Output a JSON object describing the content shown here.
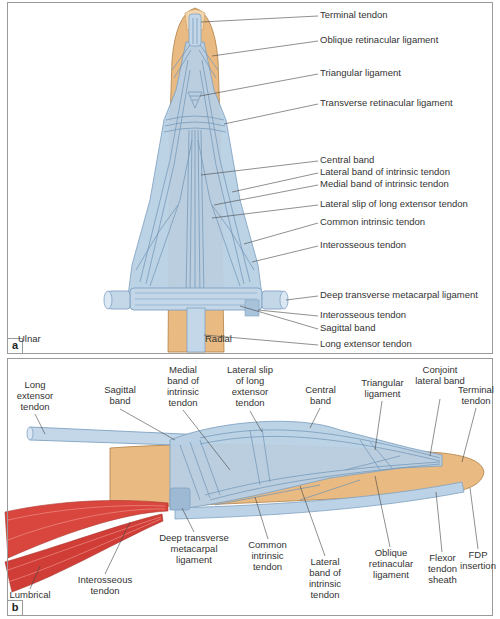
{
  "diagram": {
    "nodes": [
      {
        "text": [
          "a"
        ]
      },
      {
        "text": [
          "b"
        ]
      }
    ],
    "labels": [
      "Terminal tendon",
      "Oblique retinacular ligament",
      "Triangular ligament",
      "Transverse retinacular ligament",
      "Central band",
      "Lateral band of intrinsic tendon",
      "Medial band of intrinsic tendon",
      "Lateral slip of long extensor tendon",
      "Common intrinsic tendon",
      "Interosseous tendon",
      "Deep transverse metacarpal ligament",
      "Interosseous tendon",
      "Sagittal band",
      "Long extensor tendon",
      "Ulnar",
      "Radial",
      "Long extensor tendon",
      "Sagittal band",
      "Medial band of intrinsic tendon",
      "Lateral slip of long extensor tendon",
      "Central band",
      "Triangular ligament",
      "Conjoint lateral band",
      "Terminal tendon",
      "Deep transverse metacarpal ligament",
      "Common intrinsic tendon",
      "Lateral band of intrinsic tendon",
      "Oblique retinacular ligament",
      "Flexor tendon sheath",
      "FDP insertion",
      "Lumbrical",
      "Interosseous tendon"
    ]
  }
}
